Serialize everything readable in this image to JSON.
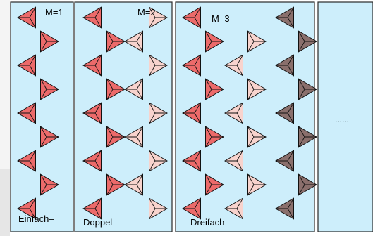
{
  "colors": {
    "panel_fill": "#cdeefb",
    "panel_stroke": "#2a2a2a",
    "single_chain": "#ec6a6a",
    "double_second": "#f8d3cd",
    "triple_third": "#8a6f6c",
    "edge": "#111111"
  },
  "panels": [
    {
      "key": "single",
      "m_label": "M=1",
      "caption": "Einfach–"
    },
    {
      "key": "double",
      "m_label": "M=2",
      "caption": "Doppel–"
    },
    {
      "key": "triple",
      "m_label": "M=3",
      "caption": "Dreifach–"
    },
    {
      "key": "more",
      "ellipsis": "......"
    }
  ]
}
